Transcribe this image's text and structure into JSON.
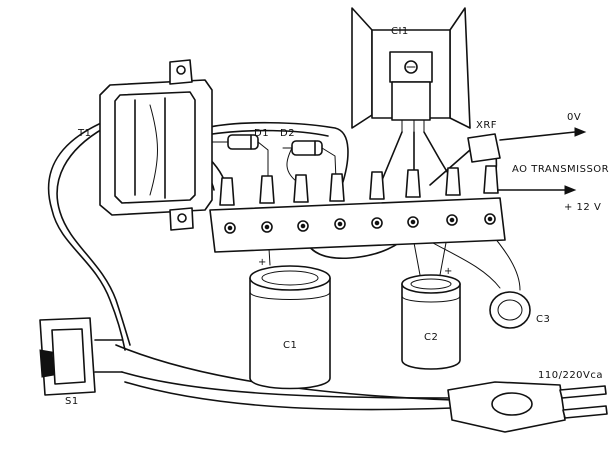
{
  "labels": {
    "ci1": "CI1",
    "t1": "T1",
    "d1": "D1",
    "d2": "D2",
    "xrf": "XRF",
    "ov": "0V",
    "ao_transmissor": "AO TRANSMISSOR",
    "plus12v": "+ 12 V",
    "c1": "C1",
    "c2": "C2",
    "c3": "C3",
    "s1": "S1",
    "mains": "110/220Vca",
    "c1_plus": "+",
    "c2_plus": "+"
  },
  "colors": {
    "ink": "#111111",
    "paper": "#ffffff"
  }
}
